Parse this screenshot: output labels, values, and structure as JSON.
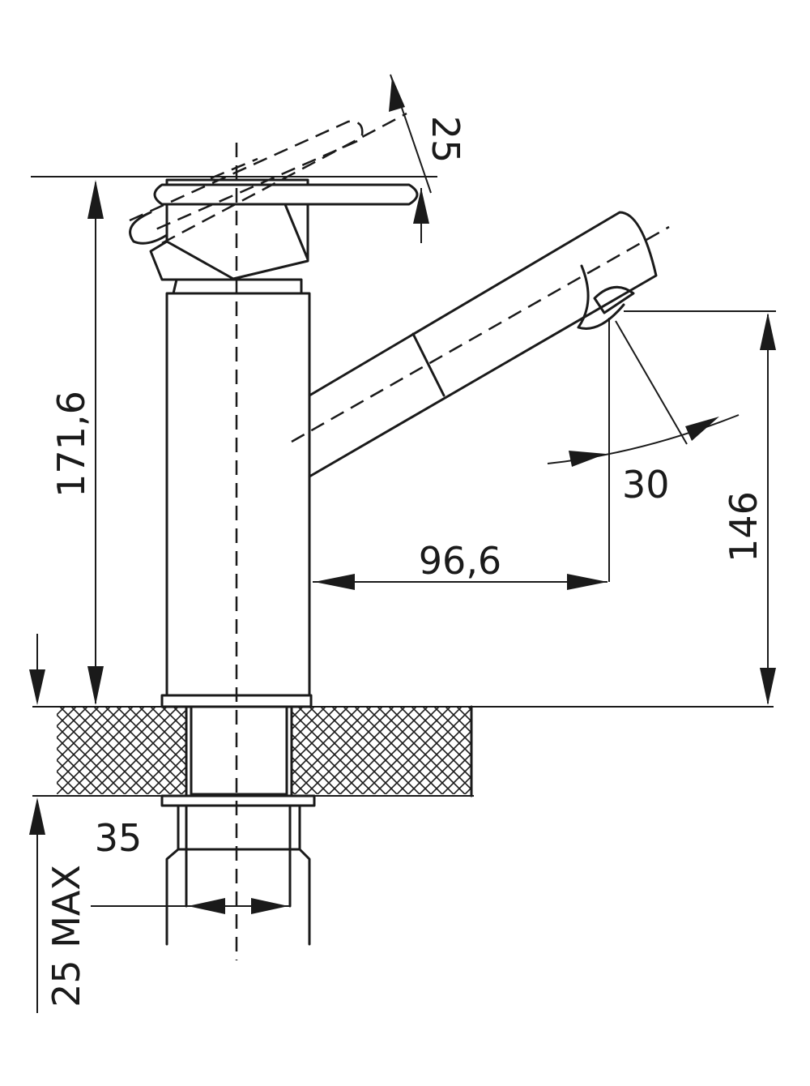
{
  "dimensions": {
    "handle_tilt": "25",
    "total_height": "171,6",
    "spout_angle": "30",
    "outlet_height": "146",
    "spout_reach": "96,6",
    "hole_diameter": "35",
    "max_counter_thickness": "25 MAX"
  },
  "colors": {
    "line": "#1a1a1a",
    "background": "#ffffff"
  }
}
